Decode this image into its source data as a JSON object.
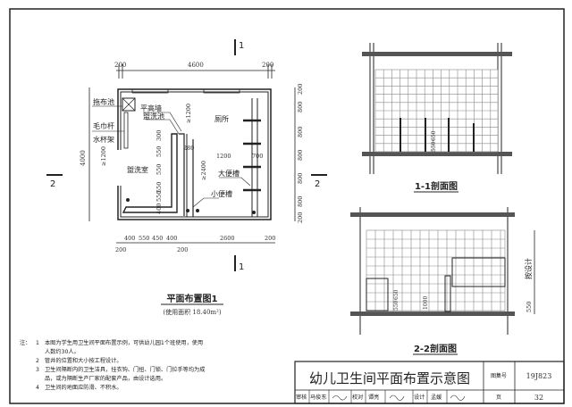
{
  "plan": {
    "title": "平面布置图1",
    "subtitle": "(使用面积 18.40m²)",
    "section_mark_top": "1",
    "section_mark_bottom": "1",
    "section_mark_left": "2",
    "section_mark_right": "2",
    "top_dims": [
      "200",
      "4600",
      "200"
    ],
    "left_dim": "4000",
    "right_dims": [
      "200",
      "800",
      "800",
      "800",
      "800",
      "800",
      "200"
    ],
    "bottom_dims": [
      "400",
      "550",
      "450",
      "400",
      "2600",
      "200"
    ],
    "bottom_dims_lower": [
      "200",
      "200"
    ],
    "labels": {
      "mop_pool": "拖布池",
      "towel_bar": "毛巾杆",
      "cup_rack": "水杯架",
      "flat_wall": "平高墙",
      "wash_basin": "盥洗池",
      "toilet_room": "厕所",
      "washroom": "盥洗室",
      "squat_trough": "大便槽",
      "urinal_trough": "小便槽"
    },
    "inner_dims": {
      "left_clear": "≥1200",
      "top_clear": "≥1200",
      "gap": "280",
      "clear_2400": "≥2400",
      "w1200": "1200",
      "w700": "700",
      "basin_dims": [
        "550",
        "300",
        "550",
        "550",
        "550",
        "400"
      ]
    }
  },
  "section_1": {
    "title": "1-1剖面图",
    "dims": [
      "650",
      "550"
    ]
  },
  "section_2": {
    "title": "2-2剖面图",
    "dims": [
      "650",
      "550",
      "1000"
    ],
    "right_dims": [
      "按设计",
      "550"
    ]
  },
  "notes": {
    "prefix": "注：",
    "items": [
      {
        "num": "1",
        "lines": [
          "本图为学生用卫生间平面布置示例，可供幼儿园1个班使用，使用",
          "人数约30人。"
        ]
      },
      {
        "num": "2",
        "lines": [
          "管井的位置和大小按工程设计。"
        ]
      },
      {
        "num": "3",
        "lines": [
          "卫生间隔断内的卫生洁具，挂衣钩、门扭、门锁、门拉手等均为成",
          "品，或为隔断生产厂家的配套产品，由设计选用。"
        ]
      },
      {
        "num": "4",
        "lines": [
          "卫生间的地面应防滑、不积水。"
        ]
      }
    ]
  },
  "title_block": {
    "title": "幼儿卫生间平面布置示意图",
    "atlas_label": "图集号",
    "atlas_number": "19J823",
    "page_label": "页",
    "page_number": "32",
    "review_label": "审核",
    "reviewer": "马俊东",
    "check_label": "校对",
    "checker": "谭亮",
    "design_label": "设计",
    "designer": "孟媛"
  }
}
